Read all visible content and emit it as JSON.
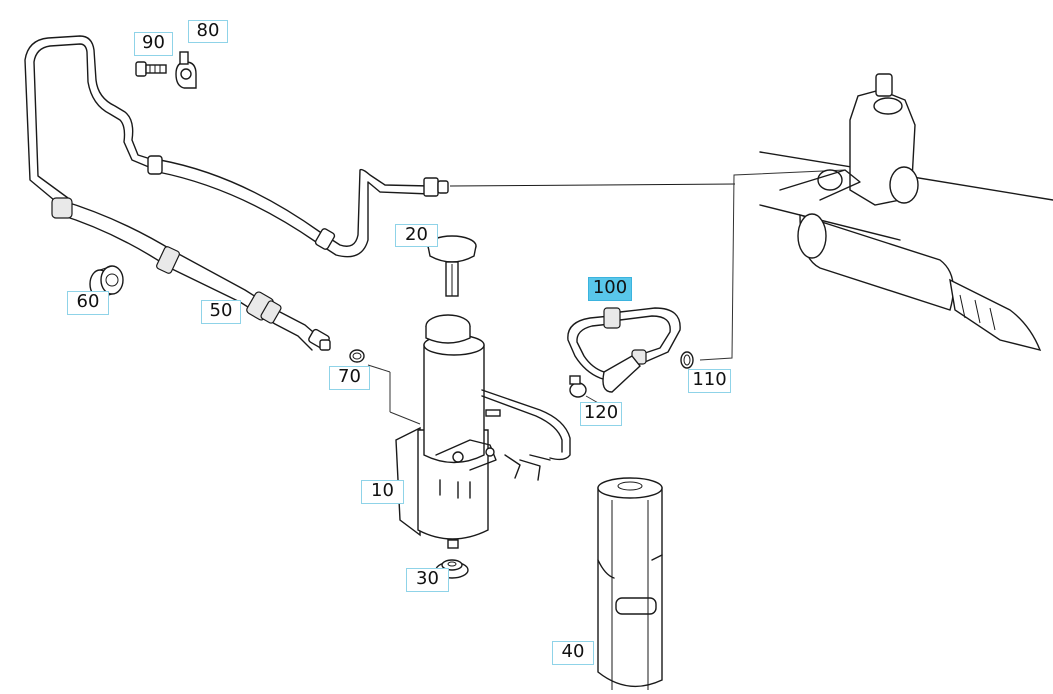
{
  "diagram": {
    "selected_part": "100",
    "callouts": [
      {
        "id": "90",
        "label": "90"
      },
      {
        "id": "80",
        "label": "80"
      },
      {
        "id": "20",
        "label": "20"
      },
      {
        "id": "100",
        "label": "100"
      },
      {
        "id": "60",
        "label": "60"
      },
      {
        "id": "50",
        "label": "50"
      },
      {
        "id": "70",
        "label": "70"
      },
      {
        "id": "110",
        "label": "110"
      },
      {
        "id": "120",
        "label": "120"
      },
      {
        "id": "10",
        "label": "10"
      },
      {
        "id": "30",
        "label": "30"
      },
      {
        "id": "40",
        "label": "40"
      }
    ],
    "colors": {
      "highlight": "#59c7ea",
      "callout_border": "#8fd3e8",
      "line": "#1a1a1a"
    }
  }
}
